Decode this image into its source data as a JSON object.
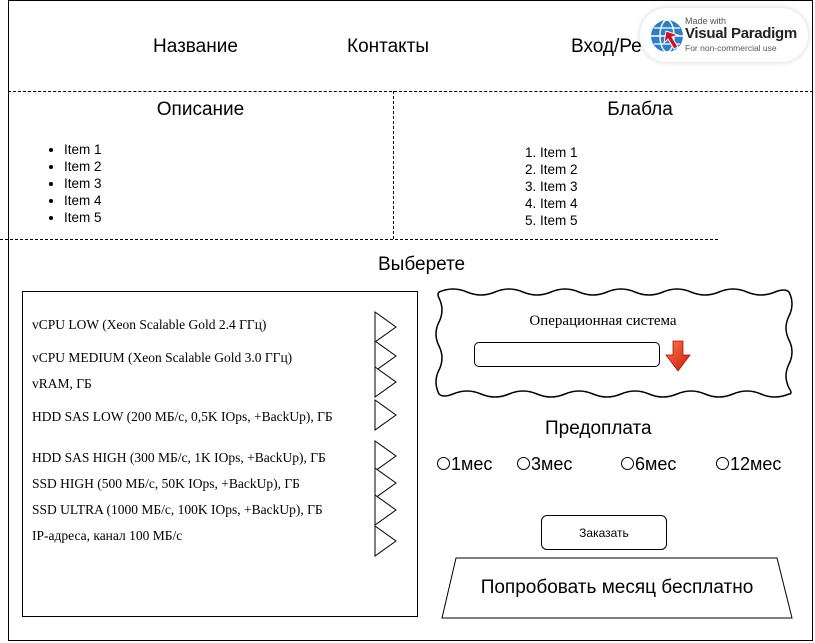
{
  "nav": {
    "title": "Название",
    "contacts": "Контакты",
    "login": "Вход/Ре"
  },
  "watermark": {
    "made_with": "Made with",
    "brand": "Visual Paradigm",
    "note": "For non-commercial use"
  },
  "sections": {
    "left_title": "Описание",
    "left_items": [
      "Item 1",
      "Item 2",
      "Item 3",
      "Item 4",
      "Item 5"
    ],
    "right_title": "Блабла",
    "right_items": [
      "Item 1",
      "Item 2",
      "Item 3",
      "Item 4",
      "Item 5"
    ]
  },
  "choose_title": "Выберете",
  "options": [
    "vCPU LOW (Xeon Scalable Gold 2.4 ГГц)",
    "vCPU MEDIUM (Xeon Scalable Gold 3.0 ГГц)",
    "vRAM, ГБ",
    "HDD SAS LOW (200 МБ/с, 0,5K IOps, +BackUp), ГБ",
    "HDD SAS HIGH (300 МБ/с, 1K IOps, +BackUp), ГБ",
    "SSD HIGH (500 МБ/с, 50K IOps, +BackUp), ГБ",
    "SSD ULTRA (1000 МБ/с, 100K IOps, +BackUp), ГБ",
    "IP-адреса, канал 100 МБ/с"
  ],
  "os": {
    "label": "Операционная система",
    "value": "",
    "dropdown_icon": "arrow-down-icon",
    "accent": "#e8331c"
  },
  "prepay": {
    "title": "Предоплата",
    "options": [
      "1мес",
      "3мес",
      "6мес",
      "12мес"
    ]
  },
  "order_label": "Заказать",
  "trial_label": "Попробовать месяц бесплатно"
}
